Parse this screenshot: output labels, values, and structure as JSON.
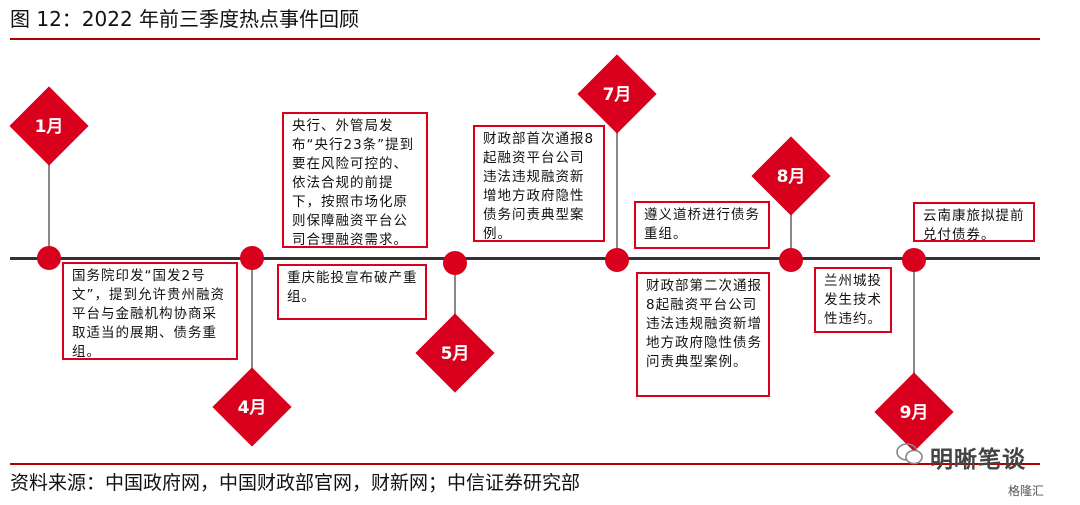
{
  "title": "图 12：2022 年前三季度热点事件回顾",
  "source": "资料来源：中国政府网，中国财政部官网，财新网；中信证券研究部",
  "watermark": {
    "main": "明晰笔谈",
    "sub": "格隆汇"
  },
  "events": [
    {
      "month": "1月",
      "text": "国务院印发“国发2号文”，提到允许贵州融资平台与金融机构协商采取适当的展期、债务重组。"
    },
    {
      "month": "4月",
      "text": "央行、外管局发布“央行23条”提到要在风险可控的、依法合规的前提下，按照市场化原则保障融资平台公司合理融资需求。"
    },
    {
      "month": "4月",
      "text": "重庆能投宣布破产重组。"
    },
    {
      "month": "5月",
      "text": "财政部首次通报8起融资平台公司违法违规融资新增地方政府隐性债务问责典型案例。"
    },
    {
      "month": "7月",
      "text": "财政部第二次通报8起融资平台公司违法违规融资新增地方政府隐性债务问责典型案例。"
    },
    {
      "month": "7月",
      "text": "遵义道桥进行债务重组。"
    },
    {
      "month": "8月",
      "text": "兰州城投发生技术性违约。"
    },
    {
      "month": "9月",
      "text": "云南康旅拟提前兑付债券。"
    }
  ],
  "months": [
    "1月",
    "4月",
    "5月",
    "7月",
    "8月",
    "9月"
  ]
}
